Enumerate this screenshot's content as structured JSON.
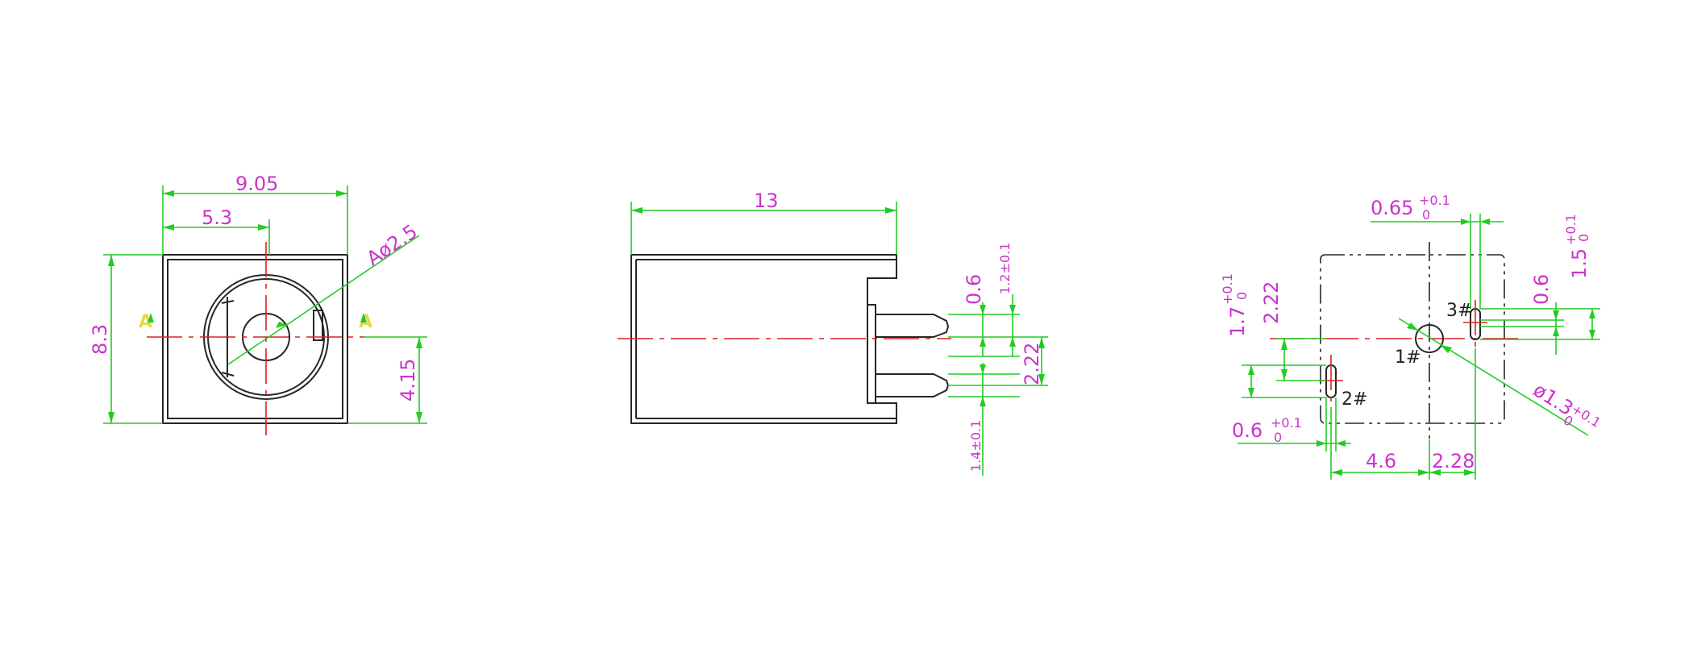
{
  "colors": {
    "outline": "#262626",
    "dimension": "#22cc22",
    "centerline": "#dd2222",
    "dimension_text": "#cc33cc",
    "section_mark": "#e6d84a"
  },
  "front_view": {
    "width": "9.05",
    "offset": "5.3",
    "height": "8.3",
    "center_height": "4.15",
    "hole": "Aø2.5",
    "section_left": "A",
    "section_right": "A"
  },
  "side_view": {
    "length": "13",
    "pin_width": "0.6",
    "pin_tol_top": "1.2±0.1",
    "pin_spacing": "2.22",
    "pin_tol_bottom": "1.4±0.1"
  },
  "bottom_view": {
    "slot3_width": "0.65",
    "slot3_width_tol_top": "+0.1",
    "slot3_width_tol_bottom": "0",
    "slot3_length": "1.5",
    "slot3_length_tol_top": "+0.1",
    "slot3_length_tol_bottom": "0",
    "slot3_offset": "0.6",
    "slot2_length": "1.7",
    "slot2_length_tol_top": "+0.1",
    "slot2_length_tol_bottom": "0",
    "slot2_offset": "2.22",
    "slot2_width": "0.6",
    "slot2_width_tol_top": "+0.1",
    "slot2_width_tol_bottom": "0",
    "hole_dia": "ø1.3",
    "hole_dia_tol_top": "+0.1",
    "hole_dia_tol_bottom": "0",
    "dist_left": "4.6",
    "dist_right": "2.28",
    "pin1": "1#",
    "pin2": "2#",
    "pin3": "3#"
  }
}
